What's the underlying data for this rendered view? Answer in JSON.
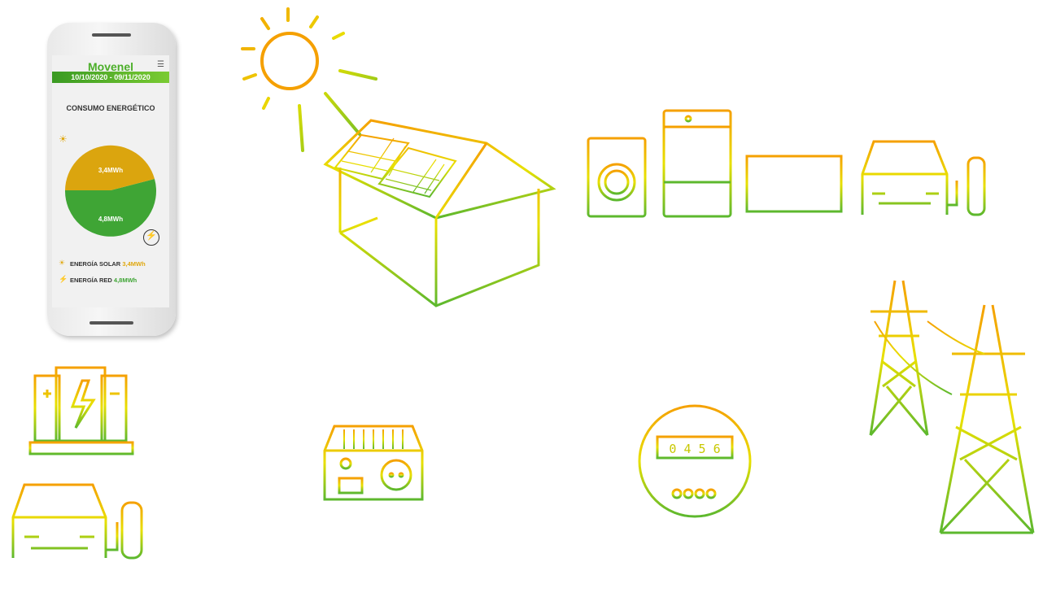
{
  "phone": {
    "app_name": "Movenel",
    "date_range": "10/10/2020 - 09/11/2020",
    "title": "CONSUMO ENERGÉTICO",
    "solar_value": "3,4MWh",
    "grid_value": "4,8MWh",
    "legend": [
      {
        "label": "ENERGÍA SOLAR",
        "value": "3,4MWh",
        "color": "#e0a810"
      },
      {
        "label": "ENERGÍA RED",
        "value": "4,8MWh",
        "color": "#3fa535"
      }
    ]
  },
  "meter": {
    "digits": "0 4 5 6"
  },
  "colors": {
    "orange": "#f5a000",
    "yellow": "#e8e000",
    "green": "#5cb82e"
  }
}
